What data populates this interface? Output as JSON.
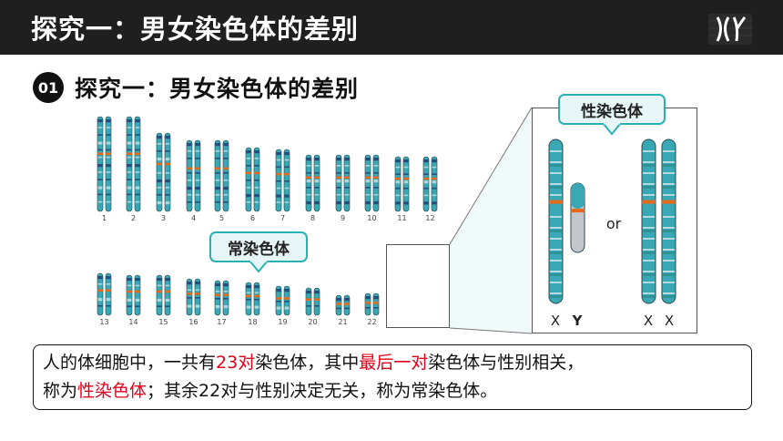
{
  "header": {
    "title": "探究一：男女染色体的差别",
    "logo_icon": "xy-chromosome-logo"
  },
  "section": {
    "number": "01",
    "title": "探究一：男女染色体的差别"
  },
  "karyotype": {
    "row1_labels": [
      "1",
      "2",
      "3",
      "4",
      "5",
      "6",
      "7",
      "8",
      "9",
      "10",
      "11",
      "12"
    ],
    "row2_labels": [
      "13",
      "14",
      "15",
      "16",
      "17",
      "18",
      "19",
      "20",
      "21",
      "22"
    ],
    "sex_labels": [
      "X",
      "Y",
      "X",
      "X"
    ],
    "or_label": "or",
    "chromosome_color": "#3aa8b4",
    "band_color": "#1d3f78",
    "centromere_color": "#e46a1a"
  },
  "callouts": {
    "autosome": "常染色体",
    "sex_chromosome": "性染色体"
  },
  "zoom": {
    "labels": [
      "X",
      "Y",
      "X",
      "X"
    ],
    "or_label": "or"
  },
  "description": {
    "p1": "人的体细胞中，一共有",
    "h1": "23对",
    "p2": "染色体，其中",
    "h2": "最后一对",
    "p3": "染色体与性别相关，",
    "p4": "称为",
    "h3": "性染色体",
    "p5": "；其余22对与性别决定无关，称为常染色体。"
  },
  "colors": {
    "title_bar": "#1f1f1f",
    "accent_teal": "#2ab0b0",
    "highlight_red": "#e2001a"
  }
}
